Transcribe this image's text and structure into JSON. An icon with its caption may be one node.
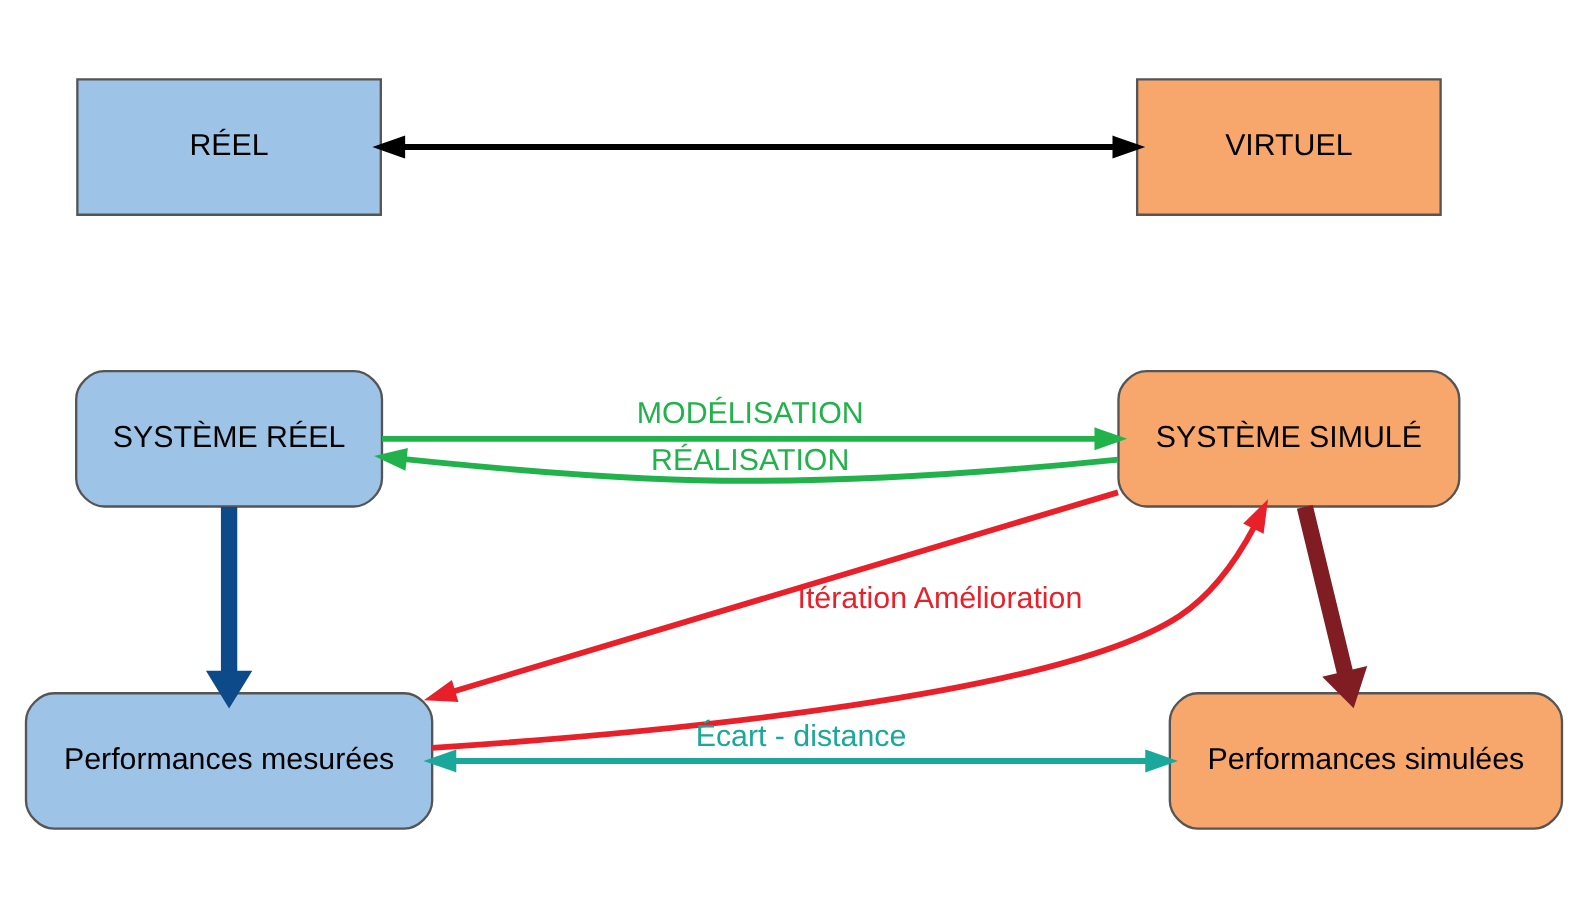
{
  "diagram": {
    "nodes": [
      {
        "text": [
          "RÉEL"
        ]
      },
      {
        "text": [
          "VIRTUEL"
        ]
      },
      {
        "text": [
          "SYSTÈME RÉEL"
        ]
      },
      {
        "text": [
          "SYSTÈME SIMULÉ"
        ]
      },
      {
        "text": [
          "Performances mesurées"
        ]
      },
      {
        "text": [
          "Performances simulées"
        ]
      }
    ],
    "edges": [
      {
        "from": 0,
        "to": 1,
        "arrow": "both",
        "color": "#000000"
      },
      {
        "from": 2,
        "to": 3,
        "arrow": "to",
        "label": "MODÉLISATION",
        "color": "#22b24c"
      },
      {
        "from": 3,
        "to": 2,
        "arrow": "to",
        "label": "RÉALISATION",
        "color": "#22b24c"
      },
      {
        "from": 2,
        "to": 4,
        "arrow": "to",
        "style": "thick",
        "color": "#0d4a8a"
      },
      {
        "from": 3,
        "to": 5,
        "arrow": "to",
        "style": "thick",
        "color": "#7f1d22"
      },
      {
        "from": 3,
        "to": 4,
        "arrow": "to",
        "label": "Itération Amélioration",
        "color": "#e8202a"
      },
      {
        "from": 4,
        "to": 3,
        "arrow": "to",
        "color": "#e8202a"
      },
      {
        "from": 4,
        "to": 5,
        "arrow": "both",
        "label": "Écart - distance",
        "color": "#1aa89a"
      }
    ]
  }
}
